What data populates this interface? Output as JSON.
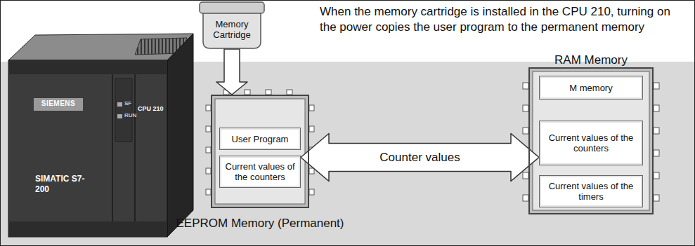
{
  "diagram": {
    "nodes": [
      {
        "text": [
          "Memory Cartridge"
        ]
      },
      {
        "text": [
          "EEPROM Memory (Permanent)"
        ]
      },
      {
        "text": [
          "User Program"
        ],
        "in": 1
      },
      {
        "text": [
          "Current values of the counters"
        ],
        "in": 1
      },
      {
        "text": [
          "RAM Memory"
        ]
      },
      {
        "text": [
          "M memory"
        ],
        "in": 4
      },
      {
        "text": [
          "Current values of the counters"
        ],
        "in": 4
      },
      {
        "text": [
          "Current values of the timers"
        ],
        "in": 4
      }
    ],
    "edges": [
      {
        "from": 0,
        "to": 1,
        "arrow": "to"
      },
      {
        "from": 3,
        "to": 6,
        "label": "Counter values",
        "arrow": "both"
      }
    ],
    "labels": [
      "When the memory cartridge is installed in the CPU 210, turning on the power copies the user program to the permanent memory",
      "SIEMENS",
      "SF",
      "RUN",
      "CPU 210",
      "SIMATIC S7-200"
    ]
  }
}
